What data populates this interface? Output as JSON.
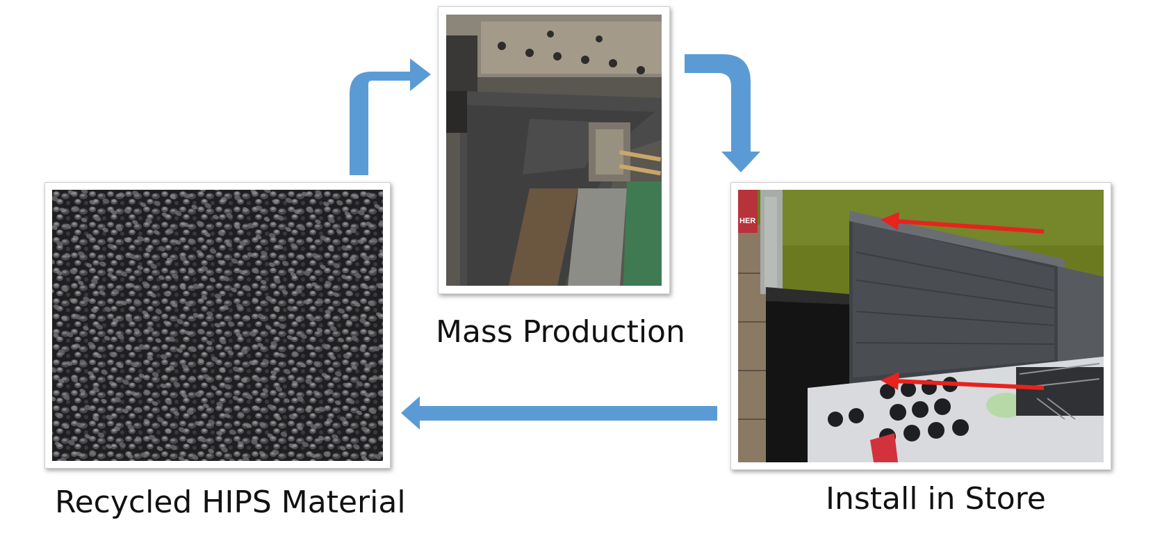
{
  "captions": {
    "production": "Mass Production",
    "material": "Recycled HIPS Material",
    "store": "Install in Store"
  },
  "photos": {
    "material": "black-plastic-pellets",
    "production": "sheet-extrusion-machine",
    "store": "black-shelf-panels-in-store"
  },
  "store_sign_text": "HER",
  "colors": {
    "flow_arrow": "#5b9bd5",
    "highlight_arrow": "#e8221e",
    "frame_border": "#cfcfcf",
    "wall_green": "#6b7a1f"
  }
}
